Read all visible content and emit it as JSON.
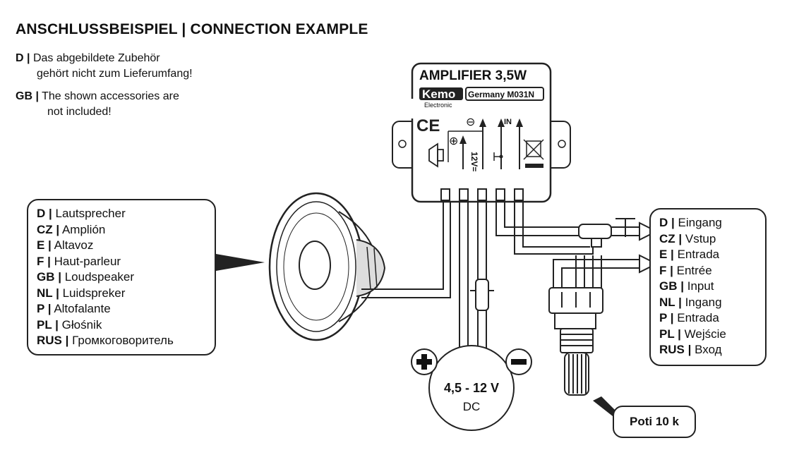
{
  "title": "ANSCHLUSSBEISPIEL | CONNECTION EXAMPLE",
  "notes": [
    {
      "code": "D |",
      "line1": "Das abgebildete Zubehör",
      "line2": "gehört nicht zum Lieferumfang!"
    },
    {
      "code": "GB |",
      "line1": "The shown accessories are",
      "line2": "not included!"
    }
  ],
  "module": {
    "title": "AMPLIFIER 3,5W",
    "brand": "Kemo",
    "brand_sub": "Electronic",
    "model": "Germany M031N",
    "ce": "CE",
    "label_12v": "12V=",
    "label_in": "IN",
    "plus": "⊕",
    "minus": "⊖"
  },
  "speaker_label": [
    {
      "code": "D |",
      "text": "Lautsprecher"
    },
    {
      "code": "CZ |",
      "text": "Amplión"
    },
    {
      "code": "E |",
      "text": "Altavoz"
    },
    {
      "code": "F |",
      "text": "Haut-parleur"
    },
    {
      "code": "GB |",
      "text": "Loudspeaker"
    },
    {
      "code": "NL |",
      "text": "Luidspreker"
    },
    {
      "code": "P |",
      "text": "Altofalante"
    },
    {
      "code": "PL |",
      "text": "Głośnik"
    },
    {
      "code": "RUS |",
      "text": "Громкоговоритель"
    }
  ],
  "input_label": [
    {
      "code": "D |",
      "text": "Eingang"
    },
    {
      "code": "CZ |",
      "text": "Vstup"
    },
    {
      "code": "E |",
      "text": "Entrada"
    },
    {
      "code": "F |",
      "text": "Entrée"
    },
    {
      "code": "GB |",
      "text": "Input"
    },
    {
      "code": "NL |",
      "text": "Ingang"
    },
    {
      "code": "P |",
      "text": "Entrada"
    },
    {
      "code": "PL |",
      "text": "Wejście"
    },
    {
      "code": "RUS |",
      "text": "Вход"
    }
  ],
  "power": {
    "voltage": "4,5 - 12 V",
    "type": "DC",
    "plus": "+",
    "minus": "−"
  },
  "poti": "Poti 10 k"
}
